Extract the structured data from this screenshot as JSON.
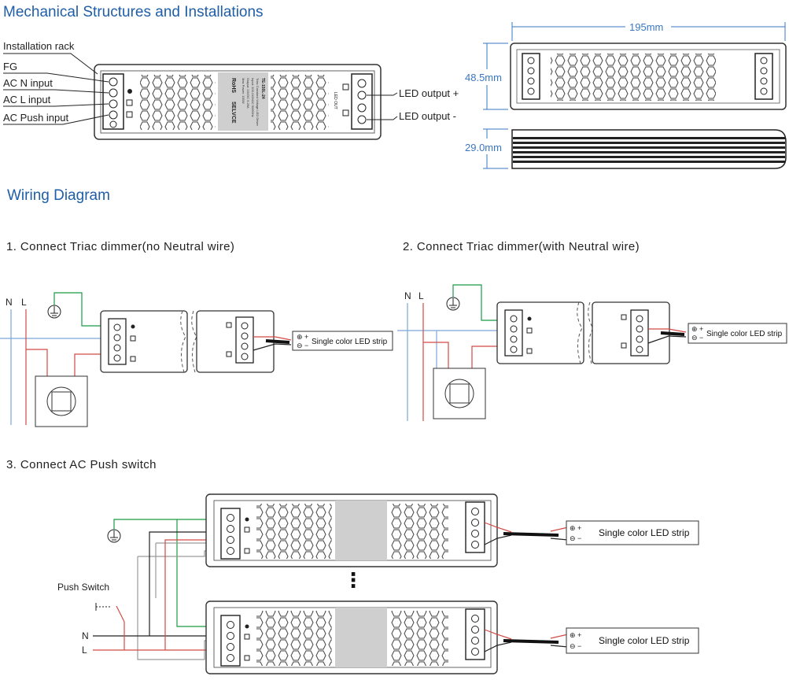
{
  "headings": {
    "mechanical": "Mechanical Structures and Installations",
    "wiring": "Wiring Diagram"
  },
  "mechanical": {
    "labels": {
      "installation_rack": "Installation rack",
      "fg": "FG",
      "ac_n": "AC N input",
      "ac_l": "AC L input",
      "ac_push": "AC Push input",
      "led_plus": "LED output +",
      "led_minus": "LED output -"
    },
    "dimensions": {
      "length": "195mm",
      "width": "48.5mm",
      "height": "29.0mm"
    },
    "product_label": {
      "model": "TE-150L-24",
      "line1": "Triac Constant Voltage LED Driver",
      "line2": "Input: 200-240VAC 50/60Hz",
      "line3": "Output: 24VDC 6.25A",
      "line4": "Max Power: 150W",
      "rohs": "RoHS",
      "selv": "SELV",
      "ce": "CE"
    },
    "out_label": "LED OUT"
  },
  "wiring": {
    "diagram1_title": "1. Connect Triac dimmer(no Neutral wire)",
    "diagram2_title": "2. Connect Triac dimmer(with Neutral wire)",
    "diagram3_title": "3. Connect AC Push switch",
    "n_label": "N",
    "l_label": "L",
    "strip_label": "Single color LED strip",
    "push_switch_label": "Push Switch",
    "ellipsis": "⋮"
  },
  "colors": {
    "heading": "#1f5ea8",
    "wire_green": "#1a9a45",
    "wire_blue": "#7aa7d8",
    "wire_red": "#d24b45",
    "wire_gray": "#9a9a9a",
    "dim_blue": "#3a77c2"
  }
}
